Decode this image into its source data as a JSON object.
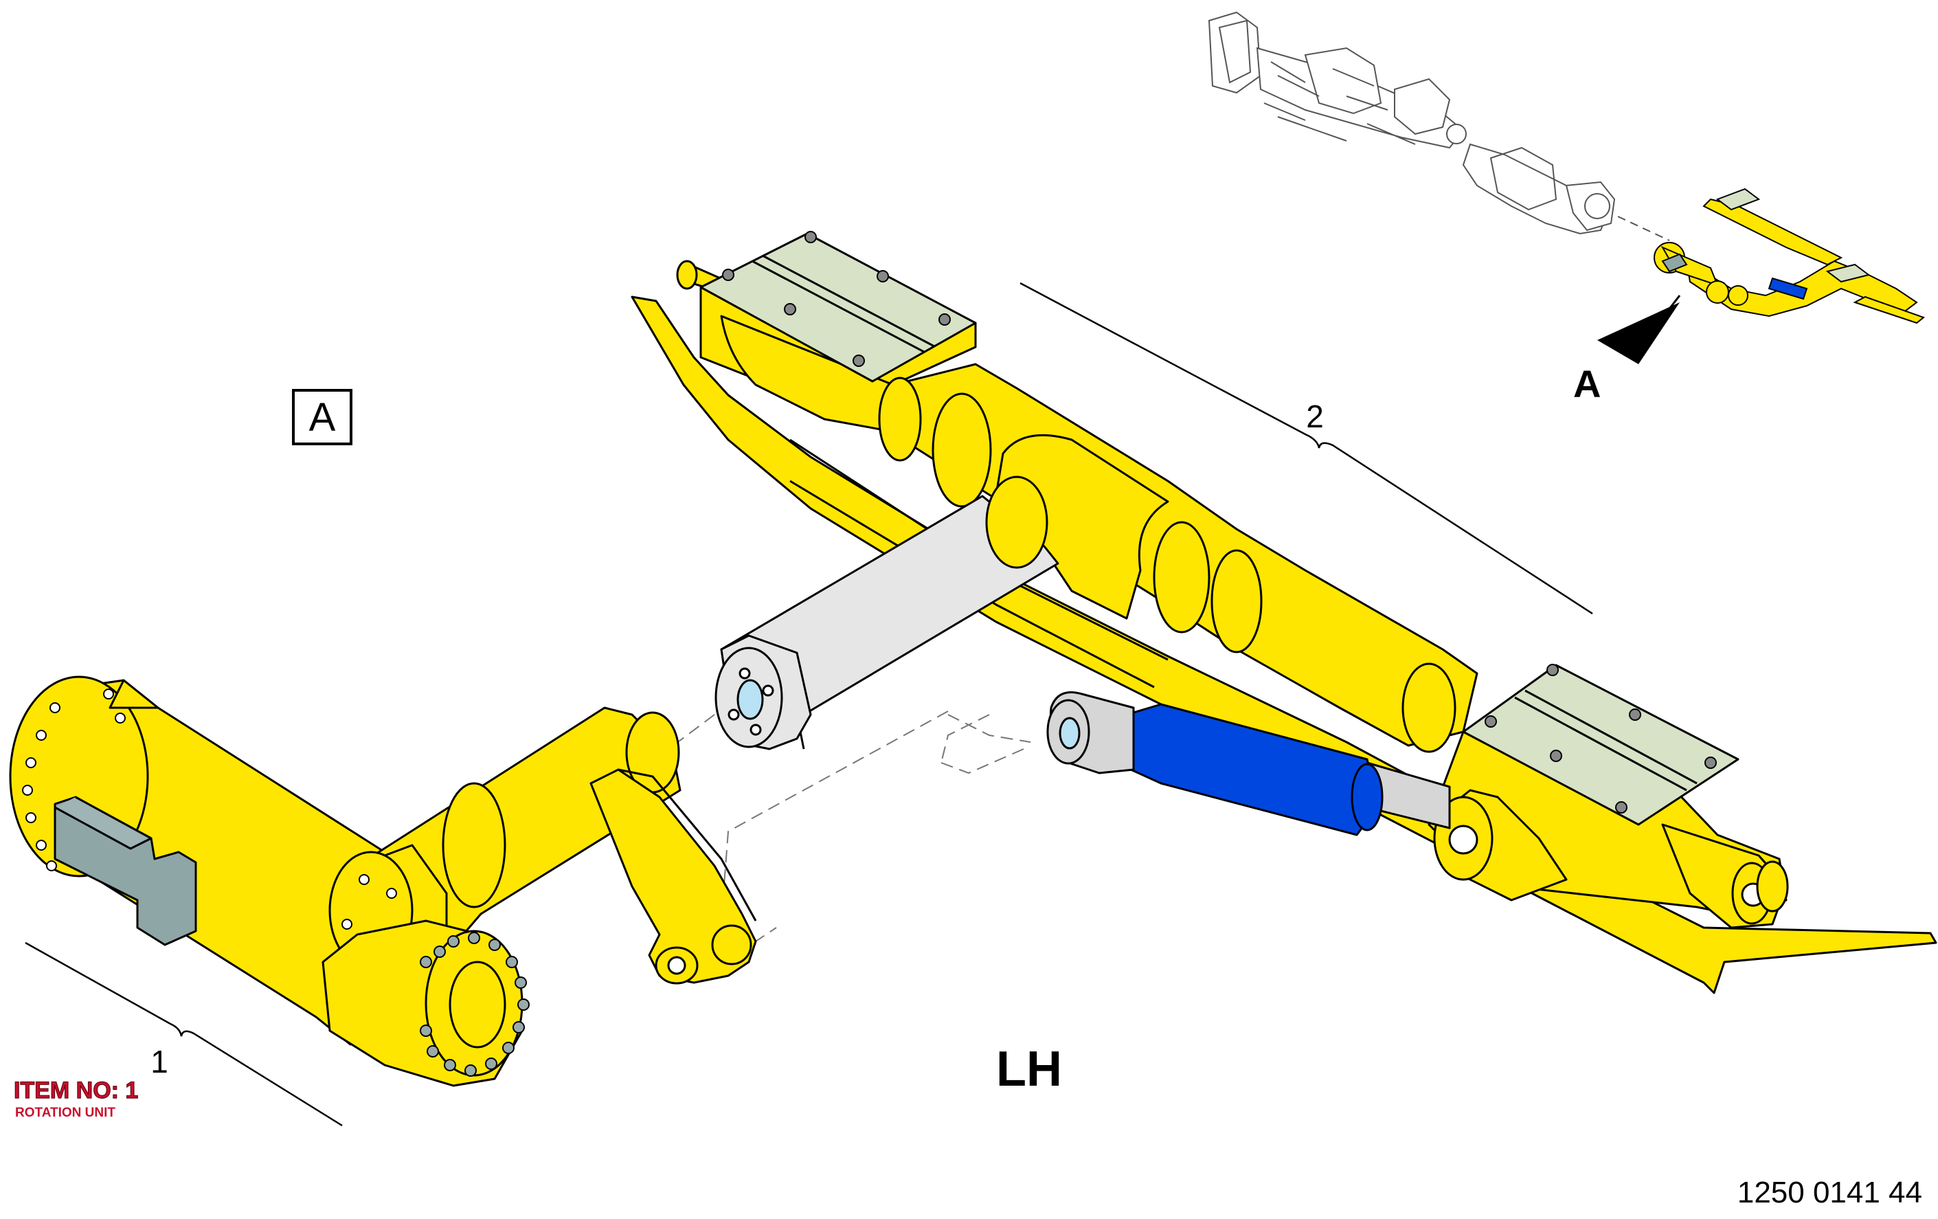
{
  "view_label": "A",
  "arrow_label": "A",
  "side_label": "LH",
  "callouts": [
    {
      "number": "1"
    },
    {
      "number": "2"
    }
  ],
  "item_tag": {
    "item_no": "ITEM NO: 1",
    "description": "ROTATION UNIT"
  },
  "drawing_number": "1250 0141 44",
  "colors": {
    "structure": "#FFE600",
    "actuator_body": "#0047E0",
    "wear_plate": "#D7E2C7",
    "motor": "#8FA6A6",
    "sleeve": "#E6E6E6",
    "outline": "#000000",
    "item_tag": "#C8102E"
  }
}
